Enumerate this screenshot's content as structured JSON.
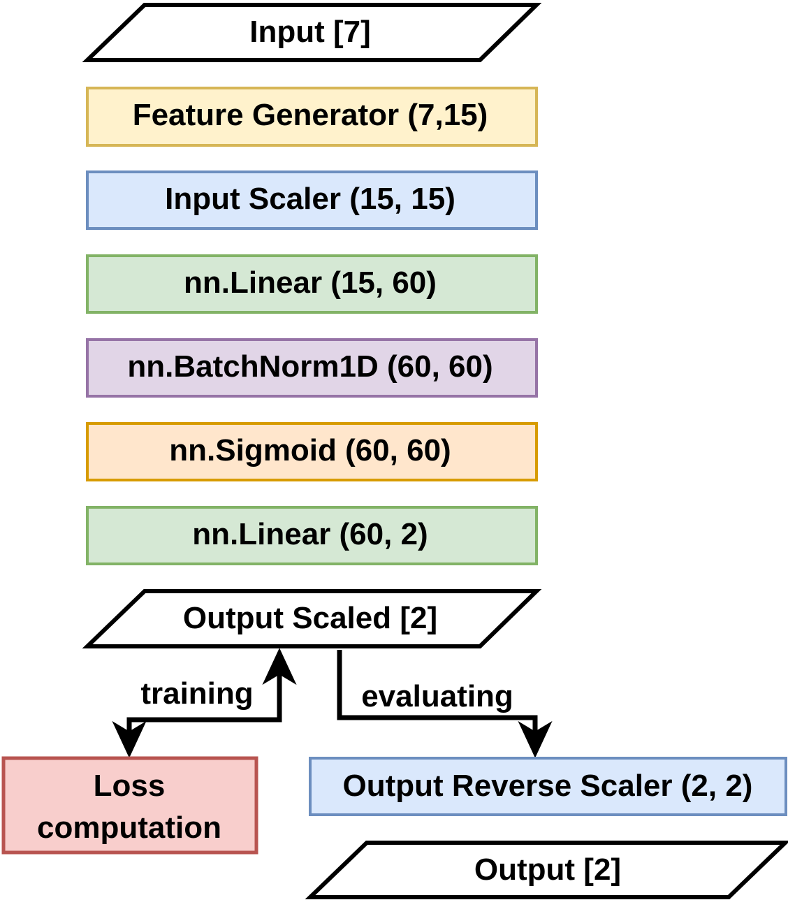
{
  "nodes": {
    "input": {
      "label": "Input [7]"
    },
    "feature_generator": {
      "label": "Feature Generator (7,15)",
      "fill": "#fff2cc",
      "stroke": "#d6b656"
    },
    "input_scaler": {
      "label": "Input Scaler (15, 15)",
      "fill": "#dae8fc",
      "stroke": "#6c8ebf"
    },
    "linear_1": {
      "label": "nn.Linear (15, 60)",
      "fill": "#d5e8d4",
      "stroke": "#82b366"
    },
    "batchnorm": {
      "label": "nn.BatchNorm1D (60, 60)",
      "fill": "#e1d5e7",
      "stroke": "#9673a6"
    },
    "sigmoid": {
      "label": "nn.Sigmoid (60, 60)",
      "fill": "#ffe6cc",
      "stroke": "#d79b00"
    },
    "linear_2": {
      "label": "nn.Linear (60, 2)",
      "fill": "#d5e8d4",
      "stroke": "#82b366"
    },
    "output_scaled": {
      "label": "Output Scaled [2]"
    },
    "loss": {
      "label_line1": "Loss",
      "label_line2": "computation",
      "fill": "#f8cecc",
      "stroke": "#b85450"
    },
    "reverse_scaler": {
      "label": "Output Reverse Scaler (2, 2)",
      "fill": "#dae8fc",
      "stroke": "#6c8ebf"
    },
    "output": {
      "label": "Output [2]"
    }
  },
  "edges": {
    "training": {
      "label": "training"
    },
    "evaluating": {
      "label": "evaluating"
    }
  }
}
